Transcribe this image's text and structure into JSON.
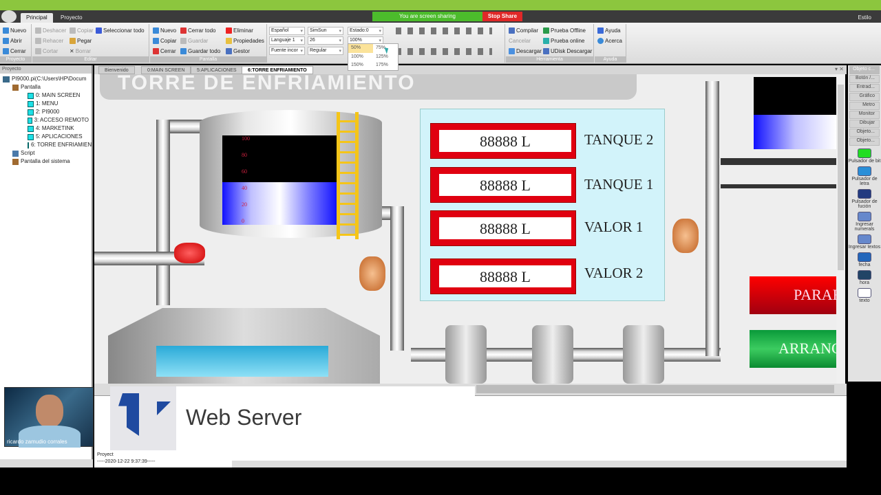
{
  "app": {
    "tabs": [
      "Principal",
      "Proyecto"
    ],
    "style_label": "Estilo"
  },
  "ribbon": {
    "proyecto": {
      "label": "Proyecto",
      "items": [
        "Nuevo",
        "Abrir",
        "Cerrar"
      ]
    },
    "editar": {
      "label": "Editar",
      "items": [
        "Deshacer",
        "Rehacer",
        "Cortar",
        "Copiar",
        "Pegar",
        "Borrar",
        "Seleccionar todo"
      ]
    },
    "pantalla": {
      "label": "Pantalla",
      "items": [
        "Nuevo",
        "Copiar",
        "Cerrar",
        "Cerrar todo",
        "Guardar",
        "Guardar todo",
        "Eliminar",
        "Propiedades",
        "Gestor"
      ]
    },
    "fields": {
      "language": "Español",
      "font": "SimSun",
      "state": "Estado:0",
      "lang_index": "Languaje 1",
      "size": "26",
      "zoom": "100%",
      "font_embed": "Fuente incor",
      "style": "Regular"
    },
    "zoom_options": [
      "50%",
      "75%",
      "100%",
      "125%",
      "150%",
      "175%"
    ],
    "herramienta": {
      "label": "Herramienta",
      "items": [
        "Compilar",
        "Cancelar",
        "Descargar",
        "Prueba Offline",
        "Prueba online",
        "UDisk Descargar"
      ]
    },
    "ayuda": {
      "label": "Ayuda",
      "items": [
        "Ayuda",
        "Acerca"
      ]
    }
  },
  "screenshare": {
    "text": "You are screen sharing",
    "stop": "Stop Share"
  },
  "project_panel": {
    "title": "Proyecto",
    "root": "PI9000.pi(C:\\Users\\HP\\Docum",
    "pantalla": "Pantalla",
    "screens": [
      "0: MAIN SCREEN",
      "1: MENU",
      "2: PI9000",
      "3: ACCESO REMOTO",
      "4: MARKETINK",
      "5: APLICACIONES",
      "6: TORRE ENFRIAMIEN"
    ],
    "script": "Script",
    "system": "Pantalla del sistema"
  },
  "doc_tabs": [
    "Bienvenido",
    "0:MAIN SCREEN",
    "5:APLICACIONES",
    "6:TORRE ENFRIAMIENTO"
  ],
  "canvas": {
    "title": "TORRE DE ENFRIAMIENTO",
    "tank_scale": [
      "100",
      "80",
      "60",
      "40",
      "20",
      "0"
    ],
    "tank_level_percent": 48,
    "displays": [
      {
        "value": "88888 L",
        "label": "TANQUE 2"
      },
      {
        "value": "88888 L",
        "label": "TANQUE 1"
      },
      {
        "value": "88888 L",
        "label": "VALOR 1"
      },
      {
        "value": "88888 L",
        "label": "VALOR 2"
      }
    ],
    "stop_button": "PARAR",
    "start_button": "ARRANCA"
  },
  "toolbox": {
    "title": "Objeto c...",
    "categories": [
      "Botón /...",
      "Entrad...",
      "Gráfico",
      "Metro",
      "Monitor",
      "Dibujar",
      "Objeto...",
      "Objeto..."
    ],
    "tools": [
      {
        "label": "Pulsador de bit",
        "color": "#22dd22"
      },
      {
        "label": "Pulsador de letra",
        "color": "#2a8fd8"
      },
      {
        "label": "Pulsador de fución",
        "color": "#223a80"
      },
      {
        "label": "Ingresar numerals",
        "color": "#6688cc"
      },
      {
        "label": "Ingresar textos",
        "color": "#6688cc"
      },
      {
        "label": "fecha",
        "color": "#2266bb"
      },
      {
        "label": "hora",
        "color": "#224466"
      },
      {
        "label": "texto",
        "color": "#ffffff"
      }
    ]
  },
  "output": {
    "project_label": "Proyect",
    "timestamp": "-----2020-12-22 9:37:39-----"
  },
  "overlay": {
    "brand": "Web Server",
    "presenter": "ricardo zamudio corrales"
  }
}
